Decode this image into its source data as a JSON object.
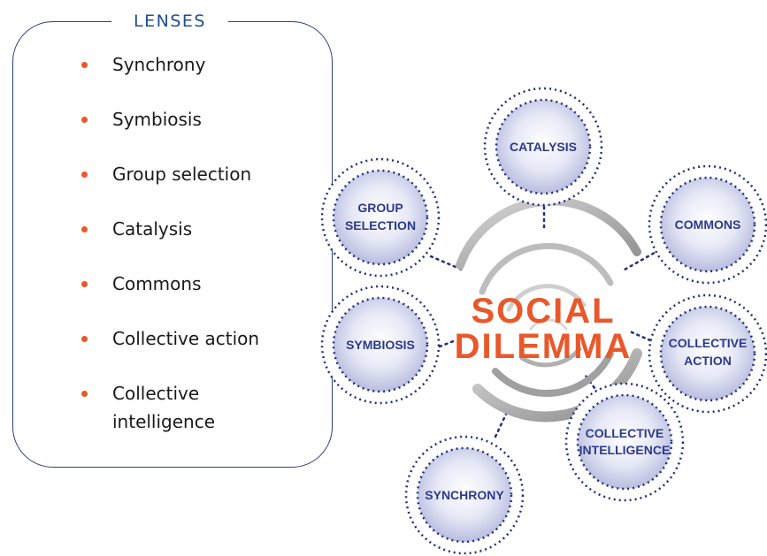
{
  "lenses": {
    "title": "LENSES",
    "items": [
      "Synchrony",
      "Symbiosis",
      "Group selection",
      "Catalysis",
      "Commons",
      "Collective action",
      "Collective intelligence"
    ]
  },
  "hub": {
    "line1": "SOCIAL",
    "line2": "DILEMMA"
  },
  "nodes": {
    "catalysis": [
      "CATALYSIS"
    ],
    "commons": [
      "COMMONS"
    ],
    "collective_action": [
      "COLLECTIVE",
      "ACTION"
    ],
    "collective_intelligence": [
      "COLLECTIVE",
      "INTELLIGENCE"
    ],
    "synchrony": [
      "SYNCHRONY"
    ],
    "symbiosis": [
      "SYMBIOSIS"
    ],
    "group_selection": [
      "GROUP",
      "SELECTION"
    ]
  },
  "colors": {
    "accent": "#e8582a",
    "node_text": "#2b3a8c",
    "dots": "#1f2f7a",
    "frame": "#2a3f7a",
    "swirl": "#a8a8a8"
  }
}
